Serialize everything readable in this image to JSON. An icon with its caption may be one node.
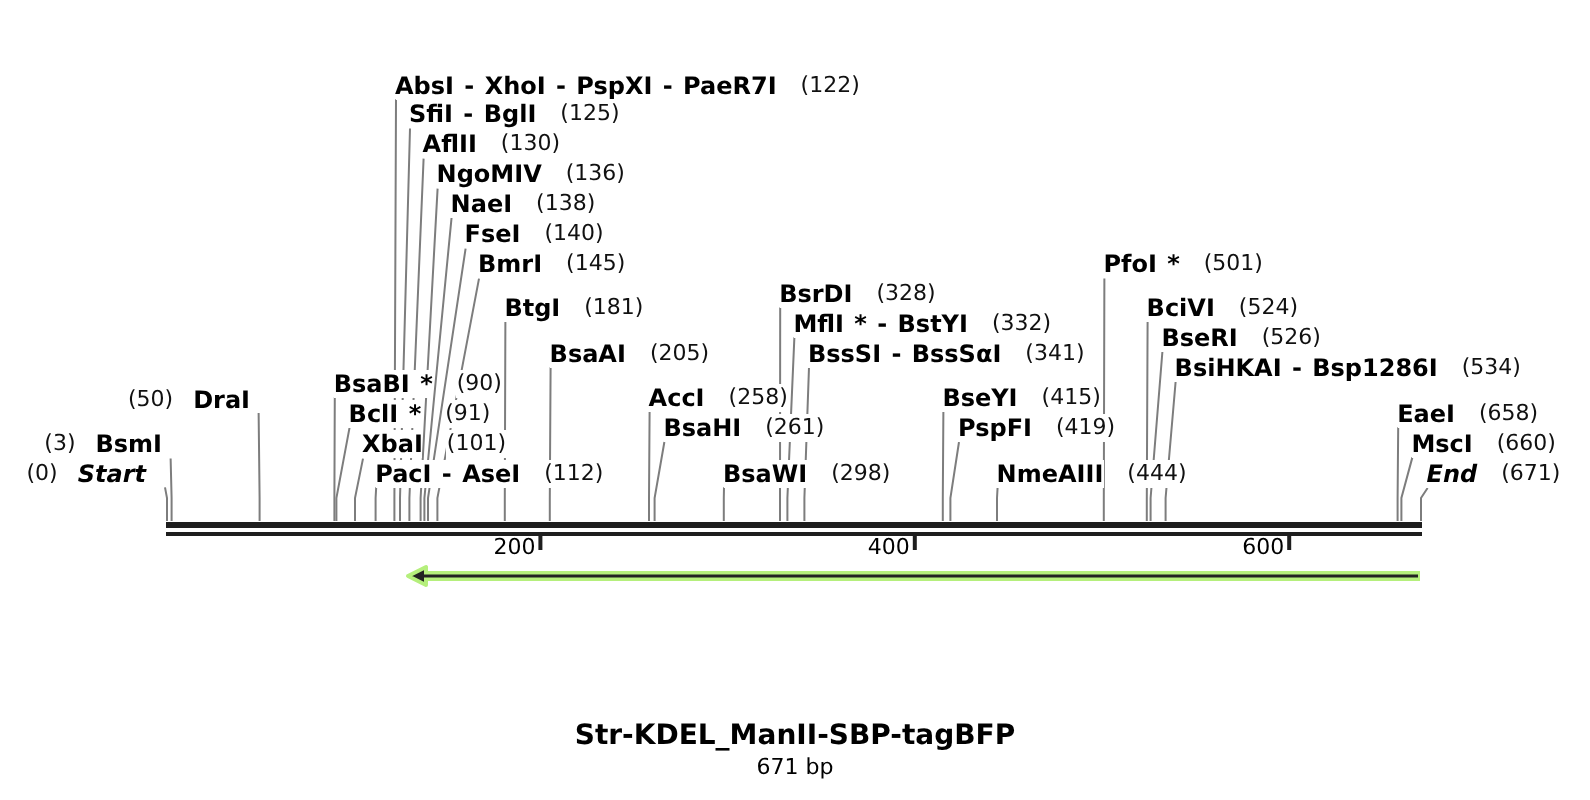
{
  "diagram": {
    "title": "Str-KDEL_ManII-SBP-tagBFP",
    "nodes": [
      {
        "text": [
          "AbsI - XhoI - PspXI - PaeR7I",
          "(122)"
        ]
      },
      {
        "text": [
          "SfiI - BglI",
          "(125)"
        ]
      },
      {
        "text": [
          "AflII",
          "(130)"
        ]
      },
      {
        "text": [
          "NgoMIV",
          "(136)"
        ]
      },
      {
        "text": [
          "NaeI",
          "(138)"
        ]
      },
      {
        "text": [
          "FseI",
          "(140)"
        ]
      },
      {
        "text": [
          "BmrI",
          "(145)"
        ]
      },
      {
        "text": [
          "PfoI *",
          "(501)"
        ]
      },
      {
        "text": [
          "BsrDI",
          "(328)"
        ]
      },
      {
        "text": [
          "BtgI",
          "(181)"
        ]
      },
      {
        "text": [
          "BciVI",
          "(524)"
        ]
      },
      {
        "text": [
          "MflI * - BstYI",
          "(332)"
        ]
      },
      {
        "text": [
          "BseRI",
          "(526)"
        ]
      },
      {
        "text": [
          "BssSI - BssSαI",
          "(341)"
        ]
      },
      {
        "text": [
          "BsaAI",
          "(205)"
        ]
      },
      {
        "text": [
          "BsiHKAI - Bsp1286I",
          "(534)"
        ]
      },
      {
        "text": [
          "BsaBI *",
          "(90)"
        ]
      },
      {
        "text": [
          "(50)",
          "DraI"
        ]
      },
      {
        "text": [
          "AccI",
          "(258)"
        ]
      },
      {
        "text": [
          "BseYI",
          "(415)"
        ]
      },
      {
        "text": [
          "BclI *",
          "(91)"
        ]
      },
      {
        "text": [
          "EaeI",
          "(658)"
        ]
      },
      {
        "text": [
          "BsaHI",
          "(261)"
        ]
      },
      {
        "text": [
          "PspFI",
          "(419)"
        ]
      },
      {
        "text": [
          "(3)",
          "BsmI"
        ]
      },
      {
        "text": [
          "XbaI",
          "(101)"
        ]
      },
      {
        "text": [
          "MscI",
          "(660)"
        ]
      },
      {
        "text": [
          "(0)",
          "Start"
        ]
      },
      {
        "text": [
          "PacI - AseI",
          "(112)"
        ]
      },
      {
        "text": [
          "BsaWI",
          "(298)"
        ]
      },
      {
        "text": [
          "NmeAIII",
          "(444)"
        ]
      },
      {
        "text": [
          "End",
          "(671)"
        ]
      },
      {
        "text": [],
        "shape": "bar"
      },
      {
        "text": [],
        "shape": "arrow"
      }
    ],
    "edges": [
      {
        "from": 0,
        "to": 32,
        "arrow": "none"
      },
      {
        "from": 1,
        "to": 32,
        "arrow": "none"
      },
      {
        "from": 2,
        "to": 32,
        "arrow": "none"
      },
      {
        "from": 3,
        "to": 32,
        "arrow": "none"
      },
      {
        "from": 4,
        "to": 32,
        "arrow": "none"
      },
      {
        "from": 5,
        "to": 32,
        "arrow": "none"
      },
      {
        "from": 6,
        "to": 32,
        "arrow": "none"
      },
      {
        "from": 7,
        "to": 32,
        "arrow": "none"
      },
      {
        "from": 8,
        "to": 32,
        "arrow": "none"
      },
      {
        "from": 9,
        "to": 32,
        "arrow": "none"
      },
      {
        "from": 10,
        "to": 32,
        "arrow": "none"
      },
      {
        "from": 11,
        "to": 32,
        "arrow": "none"
      },
      {
        "from": 12,
        "to": 32,
        "arrow": "none"
      },
      {
        "from": 13,
        "to": 32,
        "arrow": "none"
      },
      {
        "from": 14,
        "to": 32,
        "arrow": "none"
      },
      {
        "from": 15,
        "to": 32,
        "arrow": "none"
      },
      {
        "from": 16,
        "to": 32,
        "arrow": "none"
      },
      {
        "from": 17,
        "to": 32,
        "arrow": "none"
      },
      {
        "from": 18,
        "to": 32,
        "arrow": "none"
      },
      {
        "from": 19,
        "to": 32,
        "arrow": "none"
      },
      {
        "from": 20,
        "to": 32,
        "arrow": "none"
      },
      {
        "from": 21,
        "to": 32,
        "arrow": "none"
      },
      {
        "from": 22,
        "to": 32,
        "arrow": "none"
      },
      {
        "from": 23,
        "to": 32,
        "arrow": "none"
      },
      {
        "from": 24,
        "to": 32,
        "arrow": "none"
      },
      {
        "from": 25,
        "to": 32,
        "arrow": "none"
      },
      {
        "from": 26,
        "to": 32,
        "arrow": "none"
      },
      {
        "from": 27,
        "to": 32,
        "arrow": "none"
      },
      {
        "from": 28,
        "to": 32,
        "arrow": "none"
      },
      {
        "from": 29,
        "to": 32,
        "arrow": "none"
      },
      {
        "from": 30,
        "to": 32,
        "arrow": "none"
      },
      {
        "from": 31,
        "to": 32,
        "arrow": "none"
      }
    ],
    "labels": [
      "200",
      "400",
      "600",
      "671 bp"
    ]
  }
}
